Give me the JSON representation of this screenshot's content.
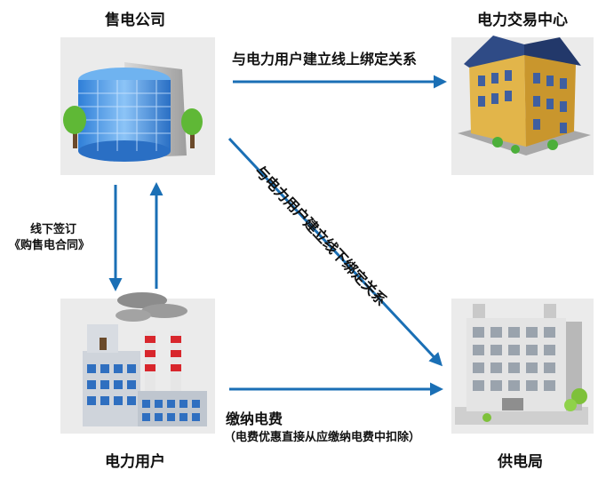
{
  "nodes": {
    "retailer": "售电公司",
    "exchange": "电力交易中心",
    "user": "电力用户",
    "grid": "供电局"
  },
  "edges": {
    "online_binding": "与电力用户建立线上绑定关系",
    "offline_binding": "与电力用户建立线下绑定关系",
    "offline_contract_line1": "线下签订",
    "offline_contract_line2": "《购售电合同》",
    "payment_line1": "缴纳电费",
    "payment_line2": "（电费优惠直接从应缴纳电费中扣除）"
  },
  "colors": {
    "arrow": "#1a6fb5",
    "panel": "#ebebeb"
  }
}
